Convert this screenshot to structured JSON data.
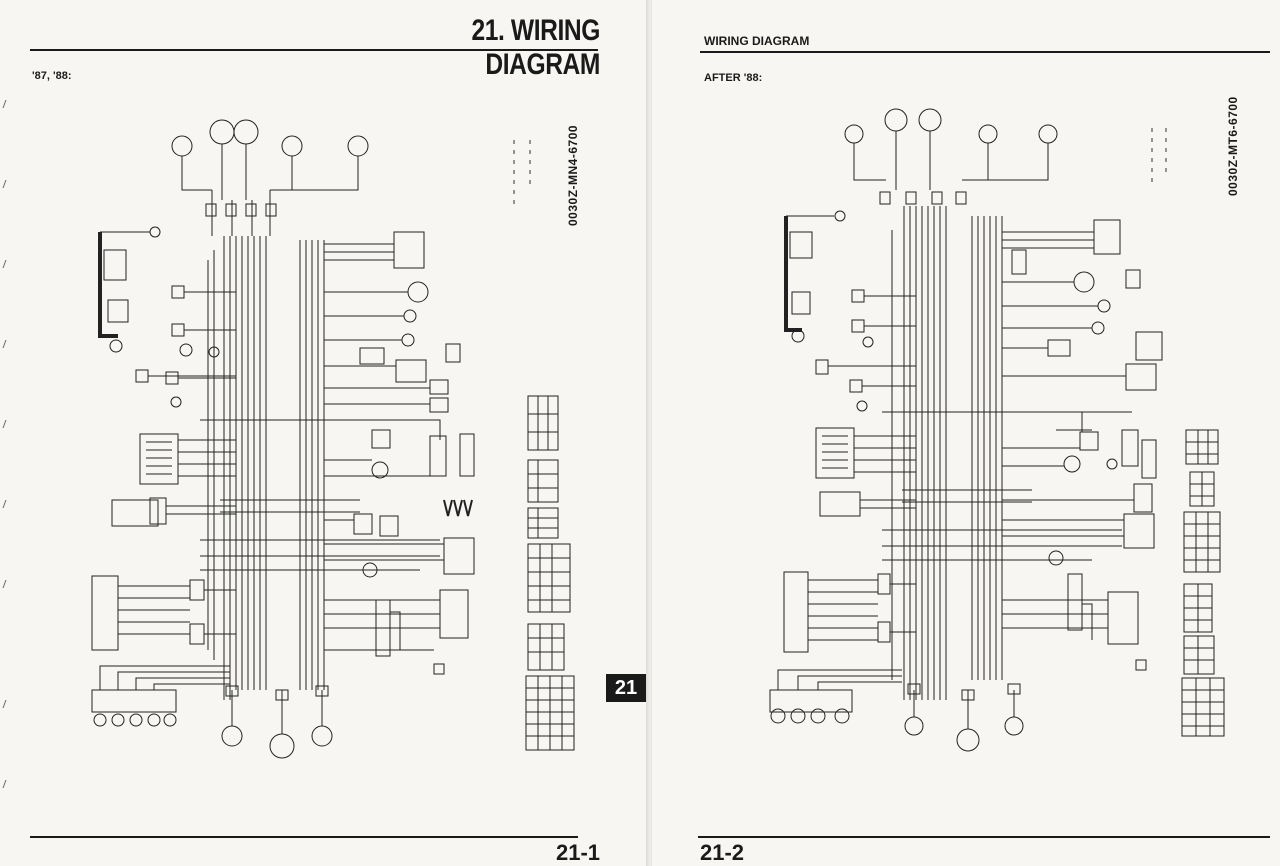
{
  "left_page": {
    "chapter_title": "21. WIRING DIAGRAM",
    "model_years": "'87, '88:",
    "part_number": "0030Z-MN4-6700",
    "page_number": "21-1",
    "chapter_tab": "21"
  },
  "right_page": {
    "running_header": "WIRING DIAGRAM",
    "model_years": "AFTER '88:",
    "part_number": "0030Z-MT6-6700",
    "page_number": "21-2"
  }
}
